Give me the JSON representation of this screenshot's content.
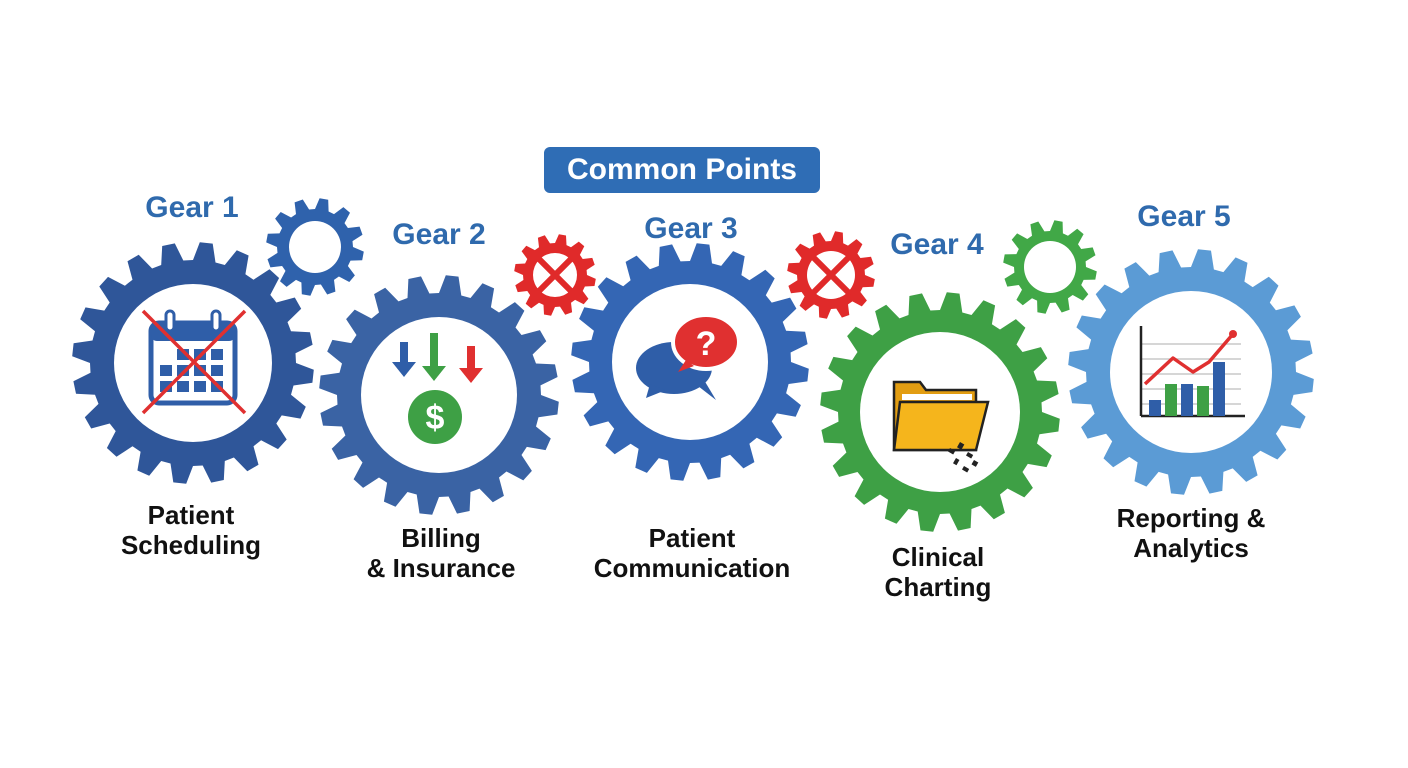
{
  "header": {
    "title": "Common Points"
  },
  "gears": [
    {
      "title": "Gear 1",
      "label_line1": "Patient",
      "label_line2": "Scheduling",
      "color": "#2f5699",
      "icon": "calendar-crossed-icon"
    },
    {
      "title": "Gear 2",
      "label_line1": "Billing",
      "label_line2": "& Insurance",
      "color": "#3a63a4",
      "icon": "dollar-arrows-icon"
    },
    {
      "title": "Gear 3",
      "label_line1": "Patient",
      "label_line2": "Communication",
      "color": "#3466b4",
      "icon": "question-chat-icon"
    },
    {
      "title": "Gear 4",
      "label_line1": "Clinical",
      "label_line2": "Charting",
      "color": "#3ea045",
      "icon": "broken-folder-icon"
    },
    {
      "title": "Gear 5",
      "label_line1": "Reporting &",
      "label_line2": "Analytics",
      "color": "#5b9bd5",
      "icon": "bar-line-chart-icon"
    }
  ],
  "connectors": [
    {
      "color": "#2f62ac",
      "state": "ok",
      "icon": "small-gear-icon"
    },
    {
      "color": "#e02a2a",
      "state": "broken",
      "icon": "gear-x-icon"
    },
    {
      "color": "#e02a2a",
      "state": "broken",
      "icon": "gear-x-icon"
    },
    {
      "color": "#41a847",
      "state": "ok",
      "icon": "small-gear-icon"
    }
  ],
  "icon_colors": {
    "calendar": "#2f5ea8",
    "cross": "#e03030",
    "arrow_blue": "#2f5ea8",
    "arrow_green": "#3ea045",
    "arrow_red": "#e03030",
    "coin": "#3ea045",
    "coin_symbol": "$",
    "bubble_blue": "#2f5ea8",
    "bubble_red": "#e03030",
    "bubble_symbol": "?",
    "folder": "#f5b51c",
    "bar_blue": "#2f5ea8",
    "bar_green": "#3ea045",
    "trend": "#e03030"
  }
}
